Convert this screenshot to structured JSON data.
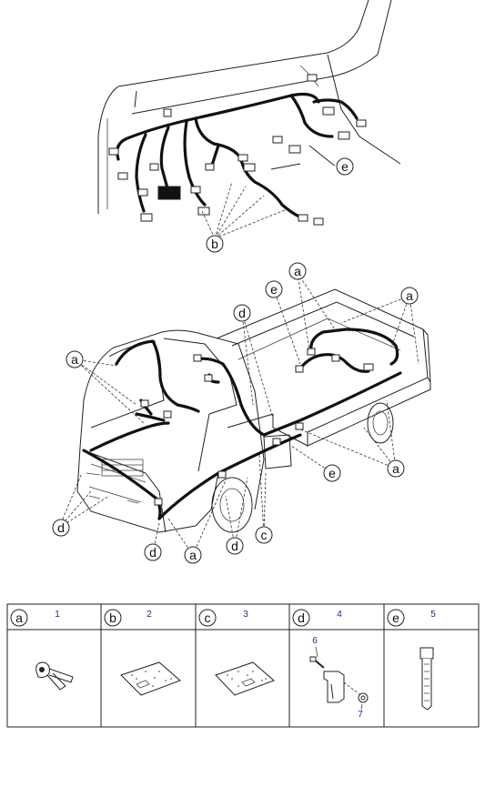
{
  "upper_view": {
    "callouts": [
      {
        "letter": "e"
      },
      {
        "letter": "b"
      }
    ]
  },
  "truck_view": {
    "callouts": [
      {
        "letter": "a"
      },
      {
        "letter": "a"
      },
      {
        "letter": "a"
      },
      {
        "letter": "a"
      },
      {
        "letter": "a"
      },
      {
        "letter": "e"
      },
      {
        "letter": "e"
      },
      {
        "letter": "d"
      },
      {
        "letter": "d"
      },
      {
        "letter": "d"
      },
      {
        "letter": "d"
      },
      {
        "letter": "c"
      }
    ]
  },
  "parts_table": {
    "columns": [
      {
        "letter": "a",
        "number": "1"
      },
      {
        "letter": "b",
        "number": "2"
      },
      {
        "letter": "c",
        "number": "3"
      },
      {
        "letter": "d",
        "number": "4"
      },
      {
        "letter": "e",
        "number": "5"
      }
    ],
    "sub_numbers": [
      "6",
      "7"
    ]
  }
}
